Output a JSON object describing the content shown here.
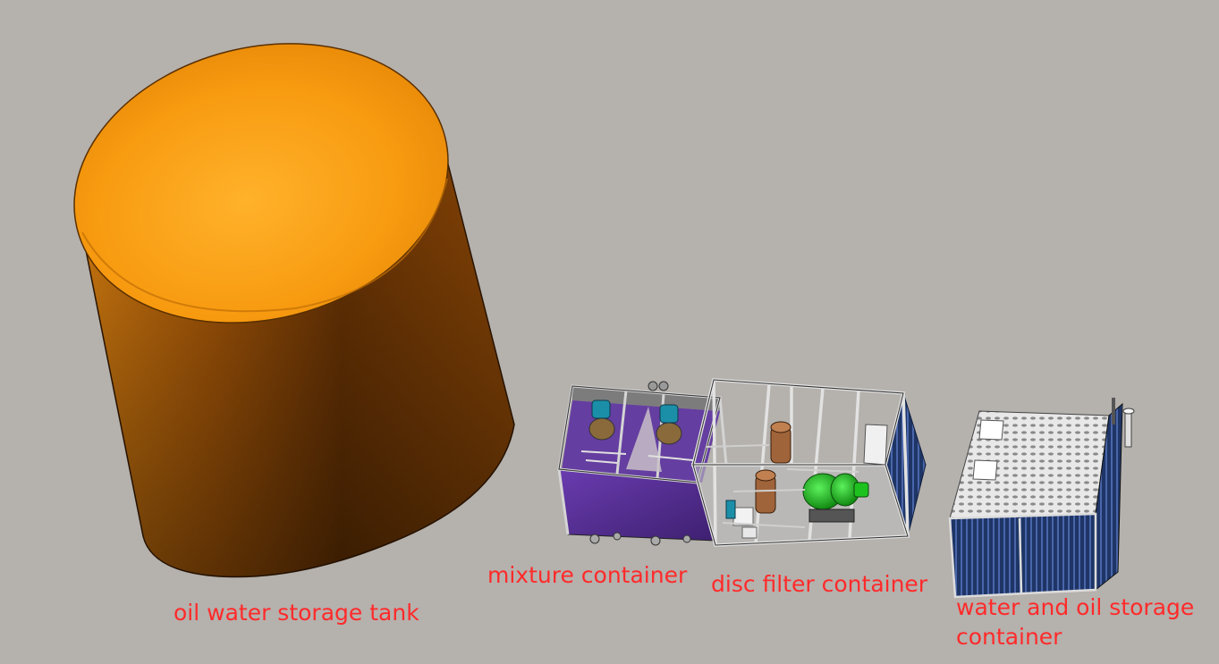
{
  "labels": {
    "tank": "oil water storage tank",
    "mixture": "mixture container",
    "disc_filter": "disc filter container",
    "storage_container": "water and oil storage container"
  },
  "colors": {
    "background": "#b5b1ad",
    "label": "#ff2a2a",
    "tank": "#f59a10",
    "mixture_panel": "#5a2e9a",
    "storage_panel": "#1f3a6e",
    "frame": "#d8d8d8",
    "pump_green": "#1ec21e"
  }
}
